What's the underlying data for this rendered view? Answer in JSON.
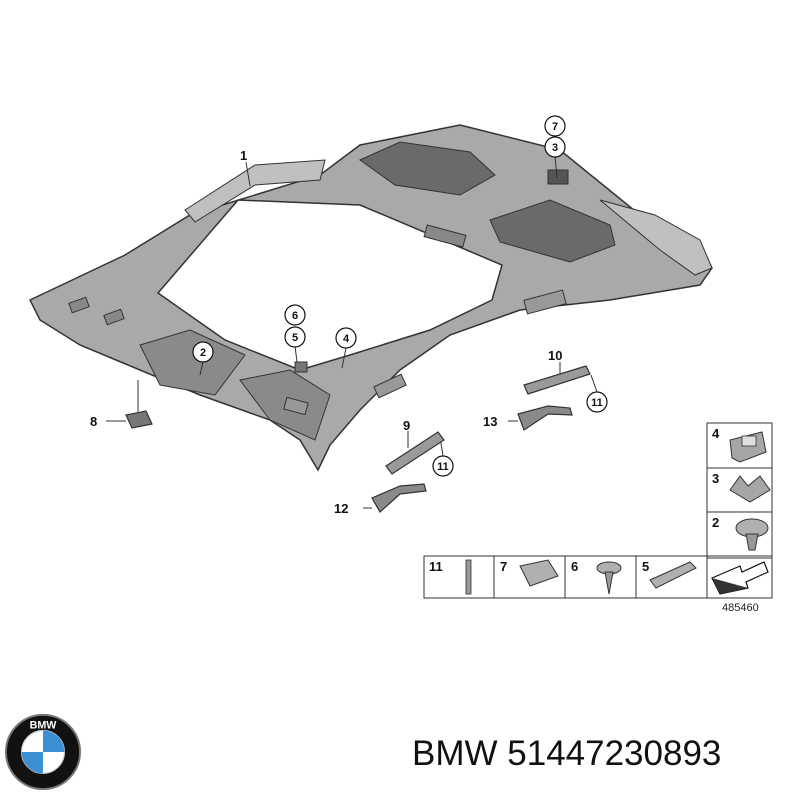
{
  "callouts": {
    "c1": "1",
    "c2": "2",
    "c3": "3",
    "c4": "4",
    "c5": "5",
    "c6": "6",
    "c7": "7",
    "c8": "8",
    "c9": "9",
    "c10": "10",
    "c11a": "11",
    "c11b": "11",
    "c12": "12",
    "c13": "13"
  },
  "legend": {
    "grid_right": [
      "4",
      "3",
      "2"
    ],
    "grid_bottom": [
      "11",
      "7",
      "6",
      "5"
    ]
  },
  "reference_number": "485460",
  "brand": {
    "logo_text": "BMW",
    "caption": "BMW 51447230893",
    "colors": {
      "blue": "#3b8fd2",
      "black": "#111111",
      "white": "#ffffff"
    }
  },
  "colors": {
    "headliner": "#a9a9a9",
    "headliner_dark": "#6e6e6e",
    "panel": "#6a6a6a",
    "line": "#333333"
  }
}
